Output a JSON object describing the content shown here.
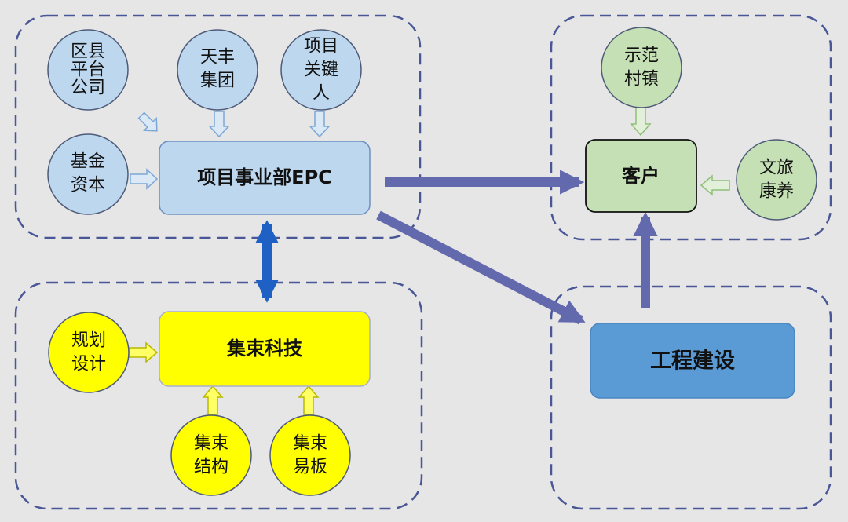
{
  "diagram": {
    "project_dept": "项目事业部EPC",
    "customer": "客户",
    "jishu_tech": "集束科技",
    "construction": "工程建设",
    "circles": {
      "district_platform": [
        "区县",
        "平台",
        "公司"
      ],
      "tianfeng_group": [
        "天丰",
        "集团"
      ],
      "project_key_person": [
        "项目",
        "关键",
        "人"
      ],
      "fund_capital": [
        "基金",
        "资本"
      ],
      "demo_town": [
        "示范",
        "村镇"
      ],
      "culture_tourism": [
        "文旅",
        "康养"
      ],
      "planning_design": [
        "规划",
        "设计"
      ],
      "jishu_structure": [
        "集束",
        "结构"
      ],
      "jishu_board": [
        "集束",
        "易板"
      ]
    },
    "colors": {
      "background": "#e6e6e6",
      "group_border": "#4a5796",
      "light_blue": "#bdd7ee",
      "light_green": "#c5e0b4",
      "yellow": "#ffff00",
      "construction_blue": "#5b9bd5",
      "arrow_purple": "#6369ad",
      "arrow_blue": "#1f60c4"
    }
  }
}
